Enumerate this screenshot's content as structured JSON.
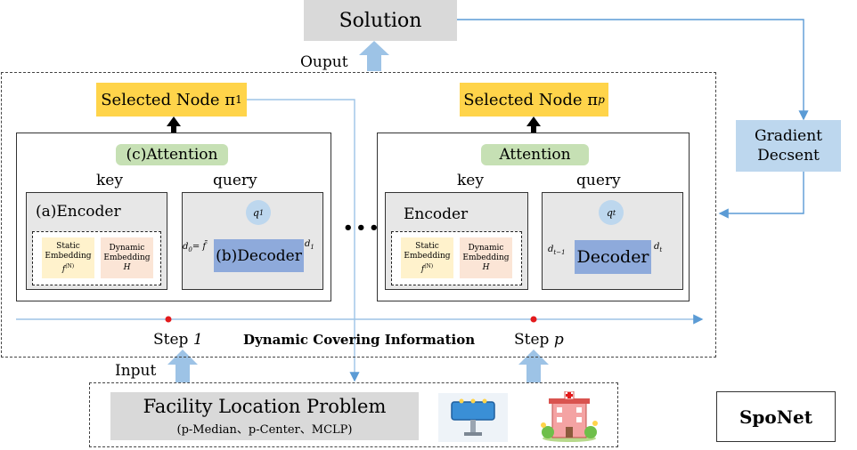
{
  "solution": "Solution",
  "output_label": "Ouput",
  "input_label": "Input",
  "left": {
    "selected_node": "Selected Node π",
    "selected_sub": "1",
    "attention": "(c)Attention",
    "key": "key",
    "query": "query",
    "encoder": "(a)Encoder",
    "static_emb": [
      "Static",
      "Embedding",
      "f",
      "(N)"
    ],
    "dynamic_emb": [
      "Dynamic",
      "Embedding",
      "H"
    ],
    "q": "q",
    "q_sub": "1",
    "decoder": "(b)Decoder",
    "d_in": "d",
    "d_in_sub": "0",
    "d_in_eq": "= f̄",
    "d_out": "d",
    "d_out_sub": "1"
  },
  "right": {
    "selected_node": "Selected Node π",
    "selected_sub": "p",
    "attention": "Attention",
    "key": "key",
    "query": "query",
    "encoder": "Encoder",
    "static_emb": [
      "Static",
      "Embedding",
      "f",
      "(N)"
    ],
    "dynamic_emb": [
      "Dynamic",
      "Embedding",
      "H"
    ],
    "q": "q",
    "q_sub": "t",
    "decoder": "Decoder",
    "d_in": "d",
    "d_in_sub": "t−1",
    "d_out": "d",
    "d_out_sub": "t"
  },
  "ellipsis": "•••",
  "step_left": "Step ",
  "step_left_var": "1",
  "step_right": "Step ",
  "step_right_var": "p",
  "dynamic_info": "Dynamic Covering Information",
  "gradient": [
    "Gradient",
    "Decsent"
  ],
  "facility_title": "Facility Location Problem",
  "facility_sub": "(p-Median、p-Center、MCLP)",
  "sponet": "SpoNet",
  "colors": {
    "selected": "#ffd44a",
    "attention": "#c6e0b4",
    "decoder": "#8eaadb",
    "arrow_blue": "#9dc3e6",
    "line_blue": "#5b9bd5",
    "step_dot": "#e31a1c"
  }
}
